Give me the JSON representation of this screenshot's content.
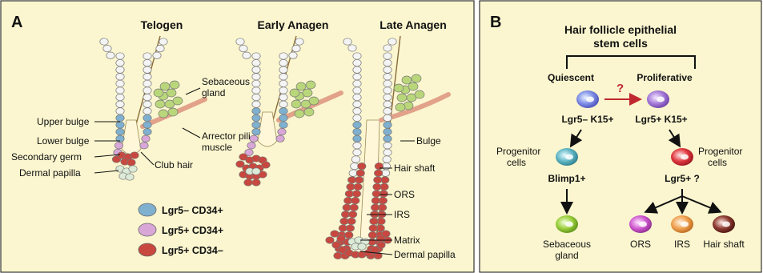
{
  "panel_a": {
    "letter": "A",
    "stages": [
      "Telogen",
      "Early Anagen",
      "Late Anagen"
    ],
    "telogen_labels": {
      "upper_bulge": "Upper bulge",
      "lower_bulge": "Lower bulge",
      "secondary_germ": "Secondary germ",
      "dermal_papilla": "Dermal papilla",
      "sebaceous_line1": "Sebaceous",
      "sebaceous_line2": "gland",
      "arrector_line1": "Arrector pili",
      "arrector_line2": "muscle",
      "club_hair": "Club hair"
    },
    "late_labels": {
      "bulge": "Bulge",
      "hair_shaft": "Hair shaft",
      "ors": "ORS",
      "irs": "IRS",
      "matrix": "Matrix",
      "dermal_papilla": "Dermal papilla"
    },
    "legend": [
      {
        "label": "Lgr5– CD34+",
        "color": "#7fb0cf"
      },
      {
        "label": "Lgr5+ CD34+",
        "color": "#d9a6d8"
      },
      {
        "label": "Lgr5+ CD34–",
        "color": "#c8483f"
      }
    ]
  },
  "panel_b": {
    "letter": "B",
    "title_line1": "Hair follicle epithelial",
    "title_line2": "stem cells",
    "quiescent": "Quiescent",
    "proliferative": "Proliferative",
    "question": "?",
    "marker_left": "Lgr5– K15+",
    "marker_right": "Lgr5+ K15+",
    "progenitor_left_1": "Progenitor",
    "progenitor_left_2": "cells",
    "progenitor_right_1": "Progenitor",
    "progenitor_right_2": "cells",
    "blimp": "Blimp1+",
    "lgr5_q": "Lgr5+ ?",
    "sebaceous_1": "Sebaceous",
    "sebaceous_2": "gland",
    "ors": "ORS",
    "irs": "IRS",
    "hair_shaft": "Hair shaft"
  }
}
